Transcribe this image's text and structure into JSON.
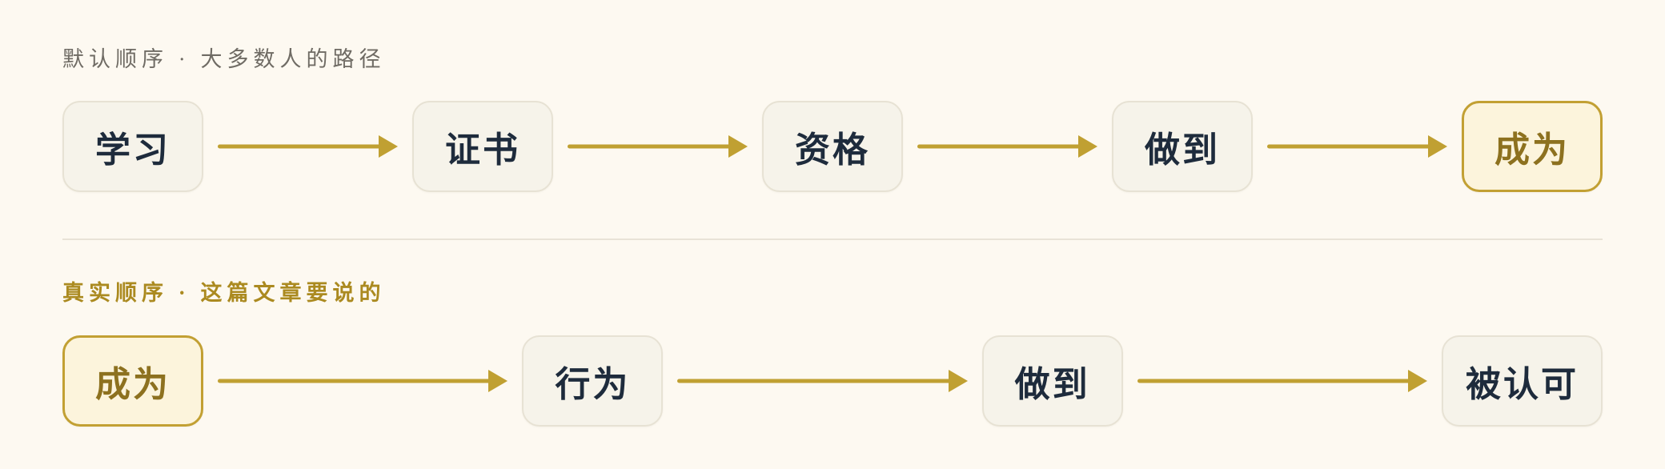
{
  "diagram": {
    "colors": {
      "background": "#fdf9f1",
      "gold_accent": "#c0a032",
      "box_background": "#f6f3ea",
      "box_border": "#e7e2d4",
      "box_text": "#1e2b3c",
      "highlight_background": "#fcf4dc",
      "highlight_border": "#c2a033",
      "highlight_text": "#8d711f",
      "label_gray": "#6f6b64",
      "label_gold": "#ab8a20",
      "divider": "#e8e3d7"
    },
    "sections": [
      {
        "label": "默认顺序 · 大多数人的路径",
        "nodes": [
          {
            "label": "学习",
            "highlighted": false
          },
          {
            "label": "证书",
            "highlighted": false
          },
          {
            "label": "资格",
            "highlighted": false
          },
          {
            "label": "做到",
            "highlighted": false
          },
          {
            "label": "成为",
            "highlighted": true
          }
        ]
      },
      {
        "label": "真实顺序 · 这篇文章要说的",
        "nodes": [
          {
            "label": "成为",
            "highlighted": true
          },
          {
            "label": "行为",
            "highlighted": false
          },
          {
            "label": "做到",
            "highlighted": false
          },
          {
            "label": "被认可",
            "highlighted": false
          }
        ]
      }
    ]
  }
}
